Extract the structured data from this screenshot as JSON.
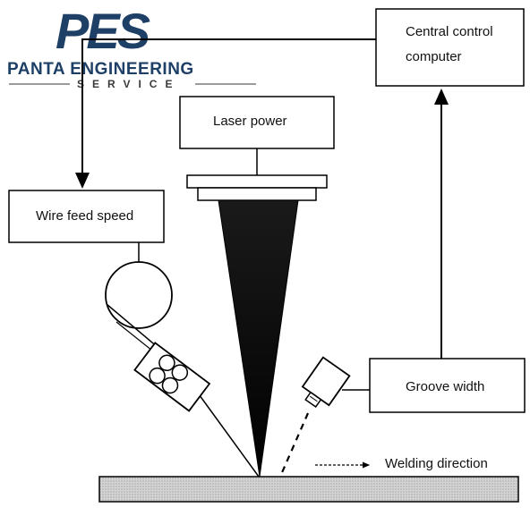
{
  "logo": {
    "brand_mark": "PES",
    "company_line1": "PANTA ENGINEERING",
    "company_line2": "SERVICE",
    "colors": {
      "navy": "#1e3f66",
      "gray": "#3a3a3a"
    }
  },
  "boxes": {
    "central_control": {
      "line1": "Central control",
      "line2": "computer"
    },
    "laser_power": "Laser power",
    "wire_feed_speed": "Wire feed speed",
    "groove_width": "Groove width"
  },
  "labels": {
    "welding_direction": "Welding direction"
  },
  "components": [
    "laser-head",
    "laser-beam-cone",
    "wire-spool",
    "wire-feed-rollers",
    "camera-sensor",
    "sensor-beam",
    "workpiece-plate"
  ]
}
